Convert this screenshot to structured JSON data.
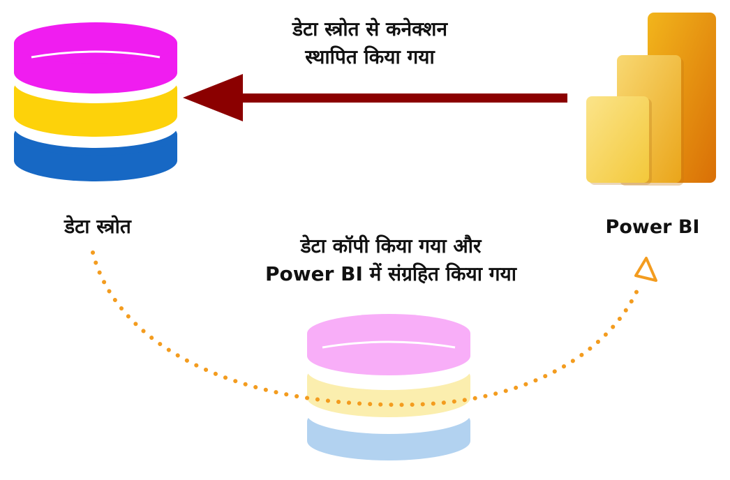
{
  "labels": {
    "connection_line1": "डेटा स्त्रोत से कनेक्शन",
    "connection_line2": "स्थापित किया गया",
    "data_source": "डेटा स्त्रोत",
    "power_bi": "Power BI",
    "copy_line1": "डेटा कॉपी किया गया और",
    "copy_line2": "Power BI में संग्रहित किया गया"
  },
  "colors": {
    "db_magenta": "#f01df0",
    "db_yellow": "#fdd20a",
    "db_blue": "#1768c4",
    "db_pink_faded": "#f8aef8",
    "db_yellow_faded": "#fbeeae",
    "db_blue_faded": "#b2d2f0",
    "arrow_red": "#8b0000",
    "dotted_orange": "#f39c1f",
    "pbi_light": "#f7dc6f",
    "pbi_mid": "#f2c23a",
    "pbi_dark": "#e28a08"
  },
  "icons": [
    "database-icon",
    "power-bi-logo-icon",
    "database-copy-icon",
    "connection-arrow-icon",
    "import-dotted-arrow-icon"
  ]
}
